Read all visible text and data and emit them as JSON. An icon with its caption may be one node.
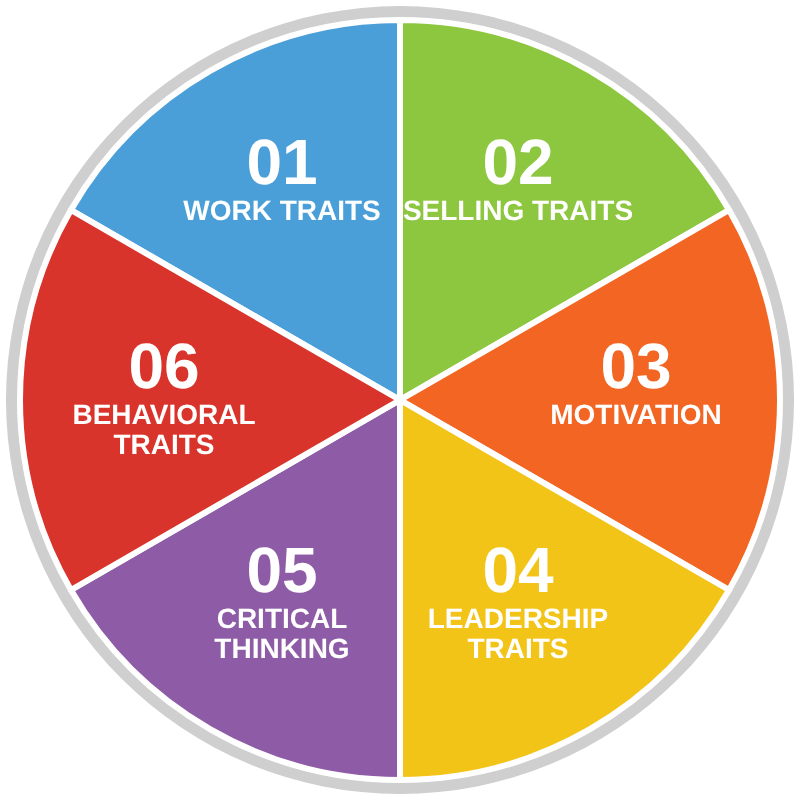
{
  "diagram": {
    "nodes": [
      {
        "text": [
          "01",
          "WORK TRAITS"
        ]
      },
      {
        "text": [
          "02",
          "SELLING TRAITS"
        ]
      },
      {
        "text": [
          "03",
          "MOTIVATION"
        ]
      },
      {
        "text": [
          "04",
          "LEADERSHIP TRAITS"
        ]
      },
      {
        "text": [
          "05",
          "CRITICAL THINKING"
        ]
      },
      {
        "text": [
          "06",
          "BEHAVIORAL TRAITS"
        ]
      }
    ]
  }
}
